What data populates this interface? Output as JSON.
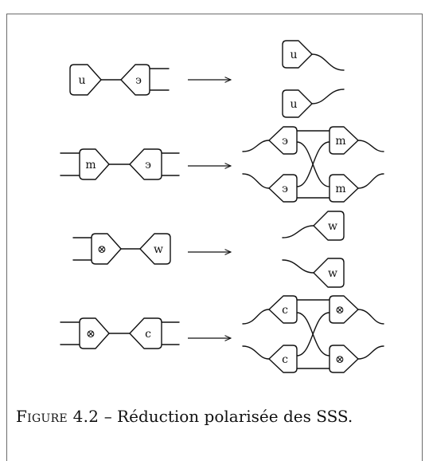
{
  "caption": {
    "figure_label": "Figure 4.2",
    "dash": "–",
    "text": "Réduction polarisée des SSS."
  },
  "labels": {
    "u": "u",
    "epsilon": "϶",
    "m": "m",
    "w": "w",
    "tensor": "⊗",
    "c": "c"
  }
}
